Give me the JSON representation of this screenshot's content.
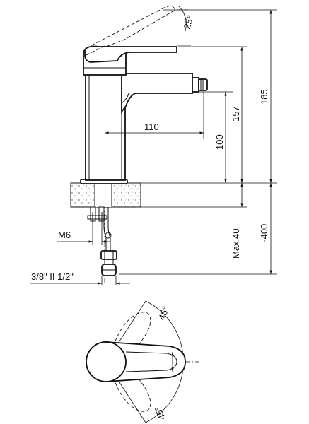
{
  "side_view": {
    "dims": {
      "lever_angle": "25°",
      "total_height": "185",
      "spout_height": "157",
      "spout_reach": "110",
      "outlet_height": "100",
      "max_thickness": "Max.40",
      "hose_length": "~400",
      "stud_thread": "M6",
      "hose_thread": "3/8\" II 1/2\""
    }
  },
  "top_view": {
    "dims": {
      "angle_upper": "45°",
      "angle_lower": "45°"
    }
  }
}
